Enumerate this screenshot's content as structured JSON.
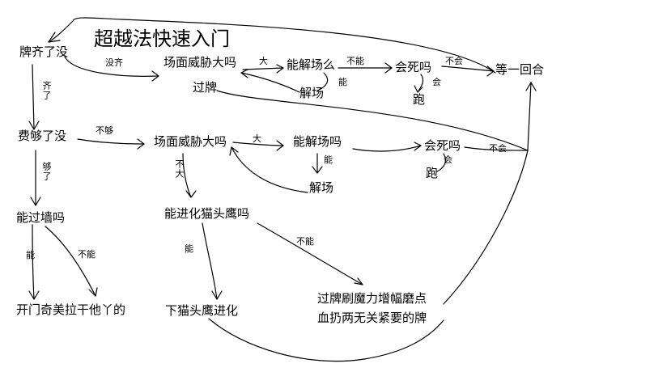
{
  "title": "超越法快速入门",
  "nodes": {
    "deck_full": "牌齐了没",
    "fee_enough": "费够了没",
    "can_pass_wall": "能过墙吗",
    "open_door": "开门奇美拉干他丫的",
    "threat_big_1": "场面威胁大吗",
    "pass_card": "过牌",
    "can_clear_1": "能解场么",
    "clear_1": "解场",
    "will_die_1": "会死吗",
    "run_1": "跑",
    "wait_round": "等一回合",
    "threat_big_2": "场面威胁大吗",
    "can_clear_2": "能解场吗",
    "clear_2": "解场",
    "will_die_2": "会死吗",
    "run_2": "跑",
    "can_evolve": "能进化猫头鹰吗",
    "drop_evolve": "下猫头鹰进化",
    "cycle_line1": "过牌刷魔力增幅磨点",
    "cycle_line2": "血扔两无关紧要的牌"
  },
  "edges": {
    "not_full": "没齐",
    "full": "齐了",
    "big_1": "大",
    "cannot_1": "不能",
    "can_1": "能",
    "cannot_2": "不会",
    "will_1": "会",
    "not_enough": "不够",
    "enough": "够了",
    "big_2": "大",
    "not_big": "不大",
    "can_2": "能",
    "will_not_2": "不会",
    "will_2": "会",
    "can_wall": "能",
    "cannot_wall": "不能",
    "can_evolve": "能",
    "cannot_evolve": "不能"
  }
}
